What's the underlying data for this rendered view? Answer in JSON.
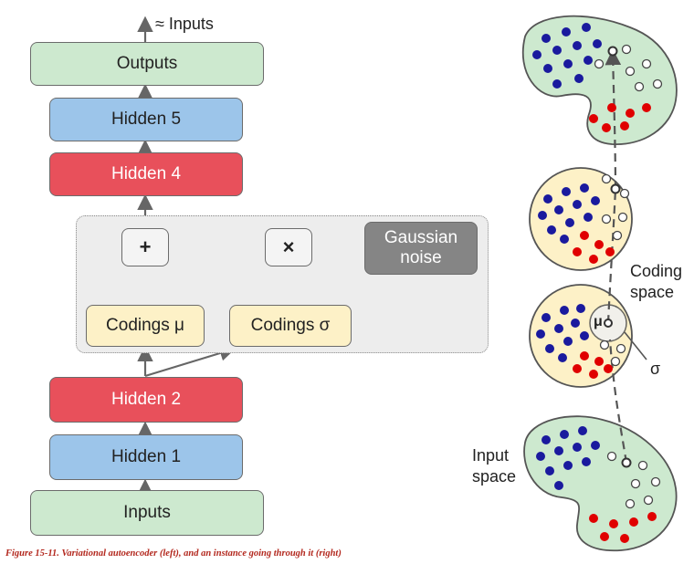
{
  "left_diagram": {
    "top_label": "≈ Inputs",
    "outputs": "Outputs",
    "hidden5": "Hidden 5",
    "hidden4": "Hidden 4",
    "plus": "+",
    "times": "×",
    "gaussian_noise": "Gaussian noise",
    "codings_mu": "Codings μ",
    "codings_sigma": "Codings σ",
    "hidden2": "Hidden 2",
    "hidden1": "Hidden 1",
    "inputs": "Inputs"
  },
  "right_diagram": {
    "coding_space": "Coding space",
    "input_space": "Input space",
    "mu_symbol": "μ",
    "sigma_symbol": "σ"
  },
  "caption": "Figure 15-11. Variational autoencoder (left), and an instance going through it (right)",
  "colors": {
    "green": "#cde9cf",
    "blue": "#9cc5ea",
    "red": "#e8505b",
    "yellow": "#fdf1c7",
    "gray": "#858585",
    "dot_blue": "#1a1a9e",
    "dot_red": "#e00000"
  }
}
